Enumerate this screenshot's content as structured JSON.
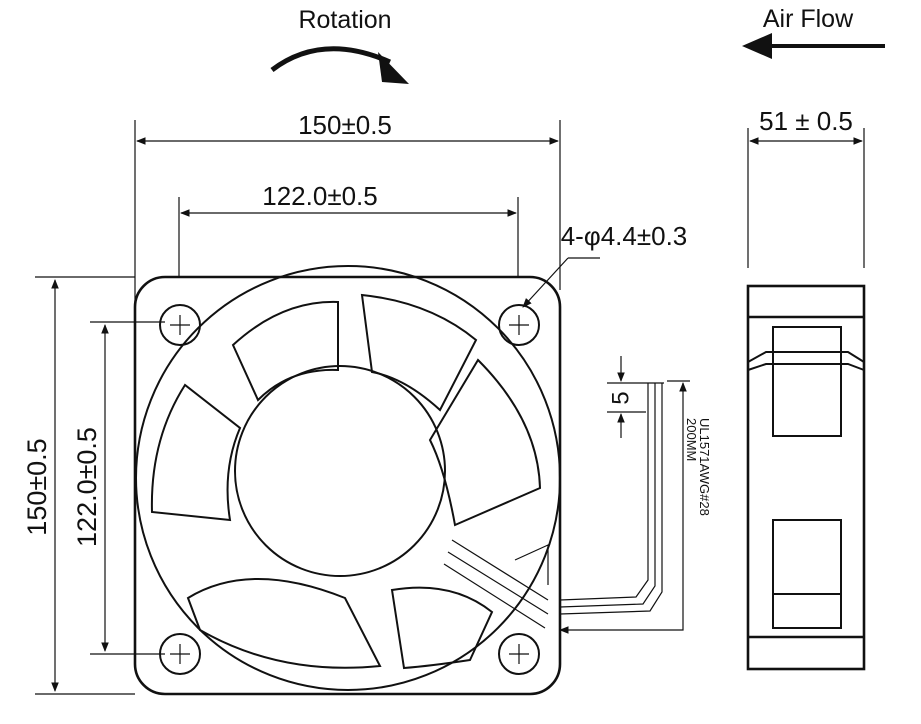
{
  "labels": {
    "rotation": "Rotation",
    "air_flow": "Air Flow",
    "width_outer": "150±0.5",
    "width_holes": "122.0±0.5",
    "depth": "51 ± 0.5",
    "mount_holes": "4-φ4.4±0.3",
    "height_outer": "150±0.5",
    "height_holes": "122.0±0.5",
    "wire_gap": "5",
    "wire_spec": "UL1571AWG#28",
    "wire_length": "200MM"
  }
}
